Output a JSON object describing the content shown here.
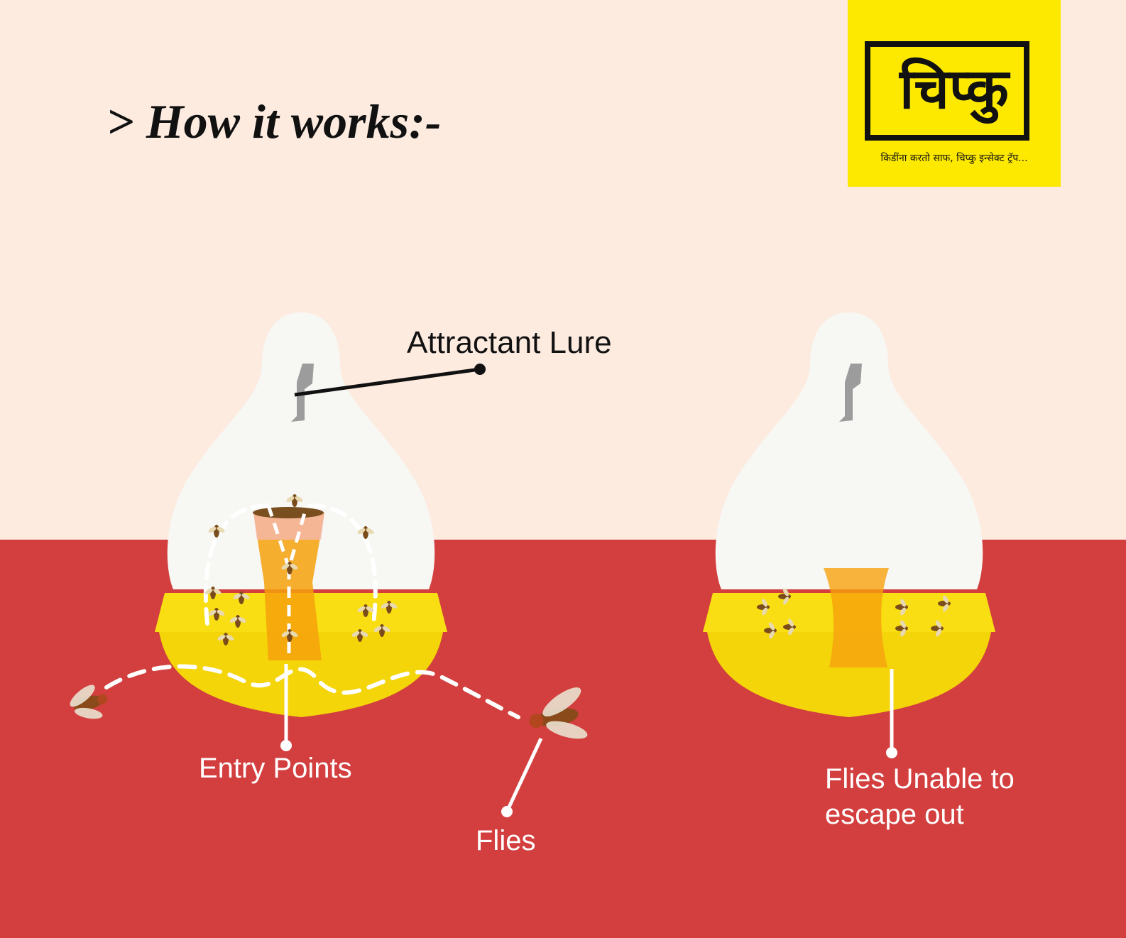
{
  "page": {
    "title": "> How it works:-",
    "colors": {
      "top_background": "#fdebe0",
      "bottom_background": "#d23f3e",
      "logo_background": "#fde900",
      "trap_yellow": "#f8de12",
      "funnel_orange": "#f6a10c"
    }
  },
  "logo": {
    "mark": "चिप्कु",
    "tagline": "किडींना करतो साफ, चिप्कु इन्सेक्ट ट्रॅप..."
  },
  "labels": {
    "attractant_lure": "Attractant Lure",
    "entry_points": "Entry Points",
    "flies": "Flies",
    "flies_unable_line1": "Flies Unable to",
    "flies_unable_line2": "escape out"
  }
}
